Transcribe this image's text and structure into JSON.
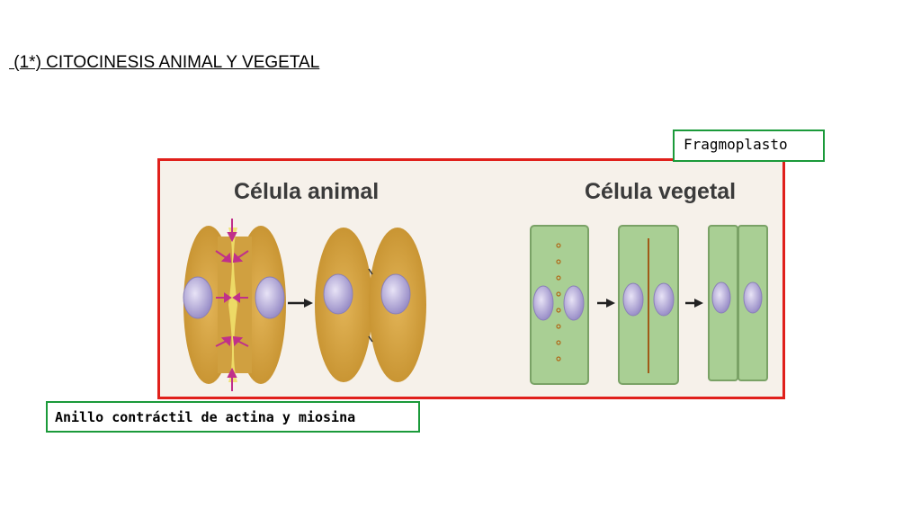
{
  "slide": {
    "title": " (1*) CITOCINESIS ANIMAL Y VEGETAL"
  },
  "figure": {
    "animal_title": "Célula animal",
    "plant_title": "Célula vegetal"
  },
  "callouts": {
    "fragmoplasto": "Fragmoplasto",
    "anillo": "Anillo contráctil de actina y miosina"
  },
  "colors": {
    "frame_border": "#e0201b",
    "callout_border": "#1b9a3a",
    "animal_cytoplasm": "#d4a13a",
    "plant_cell": "#a9cf94",
    "nucleus": "#b3a9d8"
  }
}
